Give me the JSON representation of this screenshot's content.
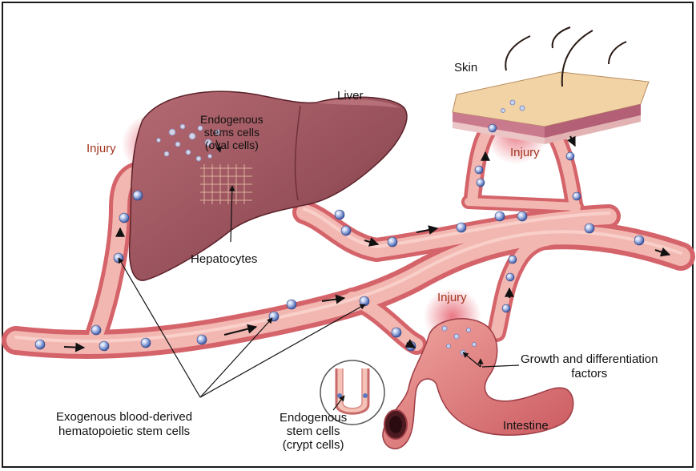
{
  "labels": {
    "skin": "Skin",
    "liver": "Liver",
    "injury_liver": "Injury",
    "injury_skin": "Injury",
    "injury_intestine": "Injury",
    "endogenous_oval": "Endogenous\nstems cells\n(oval cells)",
    "hepatocytes": "Hepatocytes",
    "growth_factors": "Growth and differentiation\nfactors",
    "intestine": "Intestine",
    "exogenous": "Exogenous blood-derived\nhematopoietic stem cells",
    "endogenous_crypt": "Endogenous\nstem cells\n(crypt cells)"
  },
  "colors": {
    "vessel_wall": "#d4646a",
    "vessel_lumen": "#f3b7b2",
    "vessel_dark": "#b8474f",
    "liver": "#9a4e56",
    "liver_dark": "#6e2c34",
    "skin_top": "#f1d3a6",
    "skin_layer": "#c97a8c",
    "intestine": "#e58b88",
    "injury_text": "#a2341f",
    "stem_cell": "#5a79c0"
  }
}
